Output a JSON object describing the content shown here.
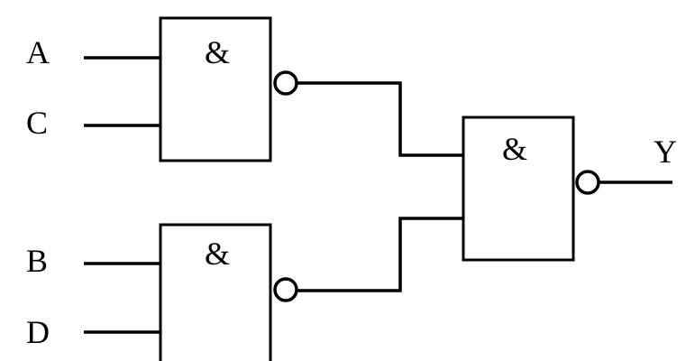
{
  "diagram": {
    "inputs": {
      "a": "A",
      "c": "C",
      "b": "B",
      "d": "D"
    },
    "output": "Y",
    "gates": {
      "gate1_symbol": "&",
      "gate2_symbol": "&",
      "gate3_symbol": "&"
    }
  }
}
